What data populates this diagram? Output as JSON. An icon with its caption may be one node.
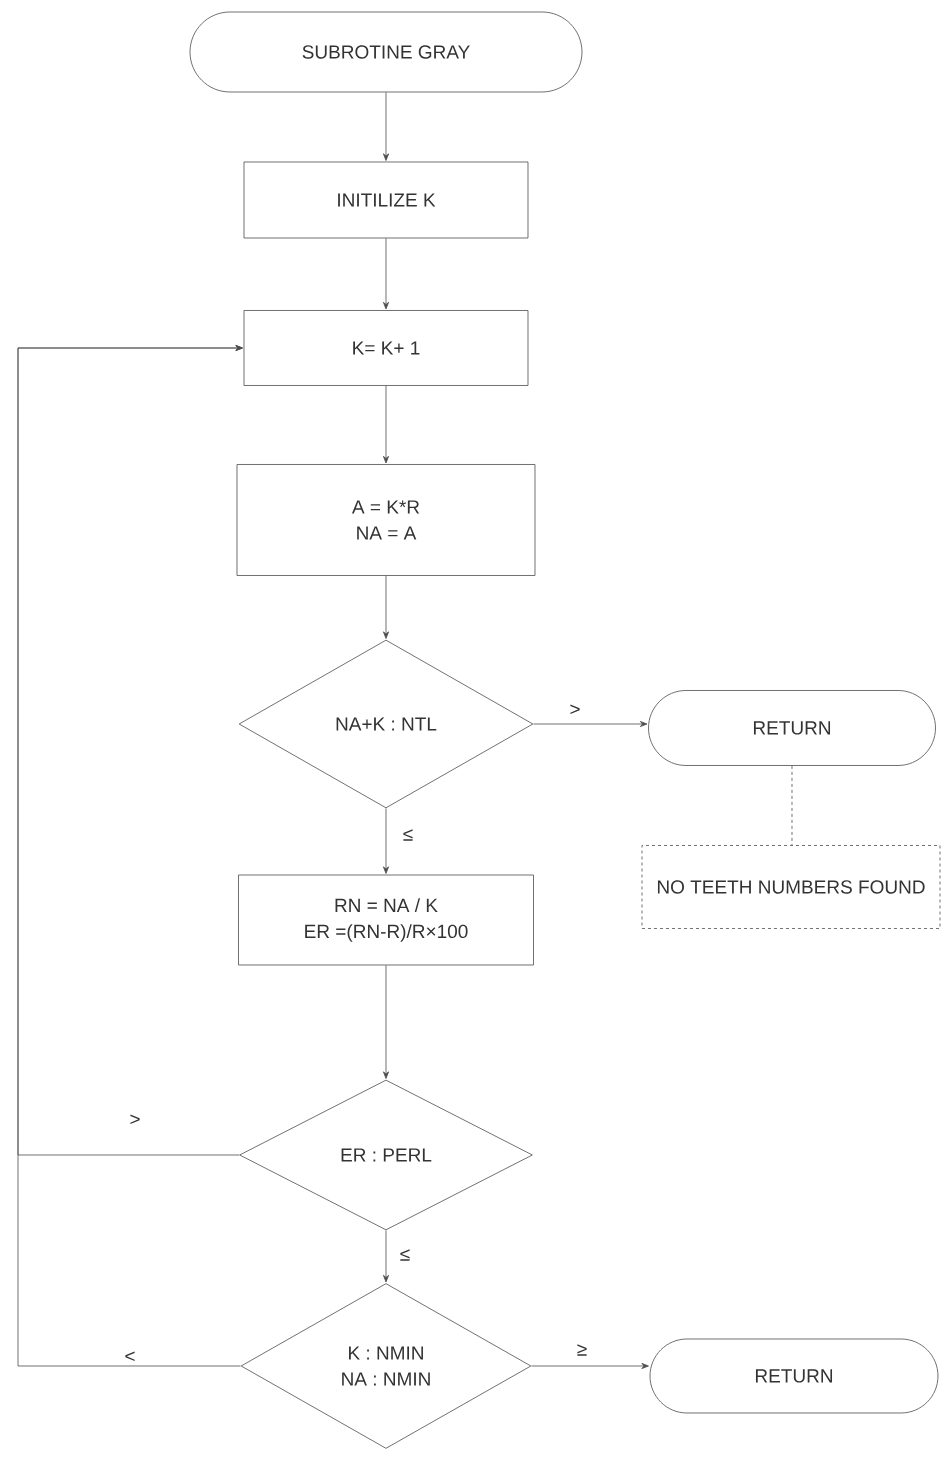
{
  "diagram": {
    "nodes": [
      {
        "text": [
          "SUBROTINE GRAY"
        ]
      },
      {
        "text": [
          "INITILIZE K"
        ]
      },
      {
        "text": [
          "K= K+ 1"
        ]
      },
      {
        "text": [
          "A = K*R",
          "NA = A"
        ]
      },
      {
        "text": [
          "NA+K : NTL"
        ]
      },
      {
        "text": [
          "RETURN"
        ]
      },
      {
        "text": [
          "NO TEETH NUMBERS FOUND"
        ]
      },
      {
        "text": [
          "RN = NA / K",
          "ER =(RN-R)/R×100"
        ]
      },
      {
        "text": [
          "ER : PERL"
        ]
      },
      {
        "text": [
          "K : NMIN",
          "NA : NMIN"
        ]
      },
      {
        "text": [
          "RETURN"
        ]
      }
    ],
    "edges": [
      {
        "from": 0,
        "to": 1,
        "arrow": "to"
      },
      {
        "from": 1,
        "to": 2,
        "arrow": "to"
      },
      {
        "from": 2,
        "to": 3,
        "arrow": "to"
      },
      {
        "from": 3,
        "to": 4,
        "arrow": "to"
      },
      {
        "from": 4,
        "to": 5,
        "arrow": "to",
        "label": ">"
      },
      {
        "from": 5,
        "to": 6,
        "arrow": "none",
        "style": "dashed"
      },
      {
        "from": 4,
        "to": 7,
        "arrow": "to",
        "label": "≤"
      },
      {
        "from": 7,
        "to": 8,
        "arrow": "to"
      },
      {
        "from": 8,
        "to": 2,
        "arrow": "to",
        "label": ">"
      },
      {
        "from": 8,
        "to": 9,
        "arrow": "to",
        "label": "≤"
      },
      {
        "from": 9,
        "to": 2,
        "arrow": "to",
        "label": "<"
      },
      {
        "from": 9,
        "to": 10,
        "arrow": "to",
        "label": "≥"
      }
    ]
  }
}
